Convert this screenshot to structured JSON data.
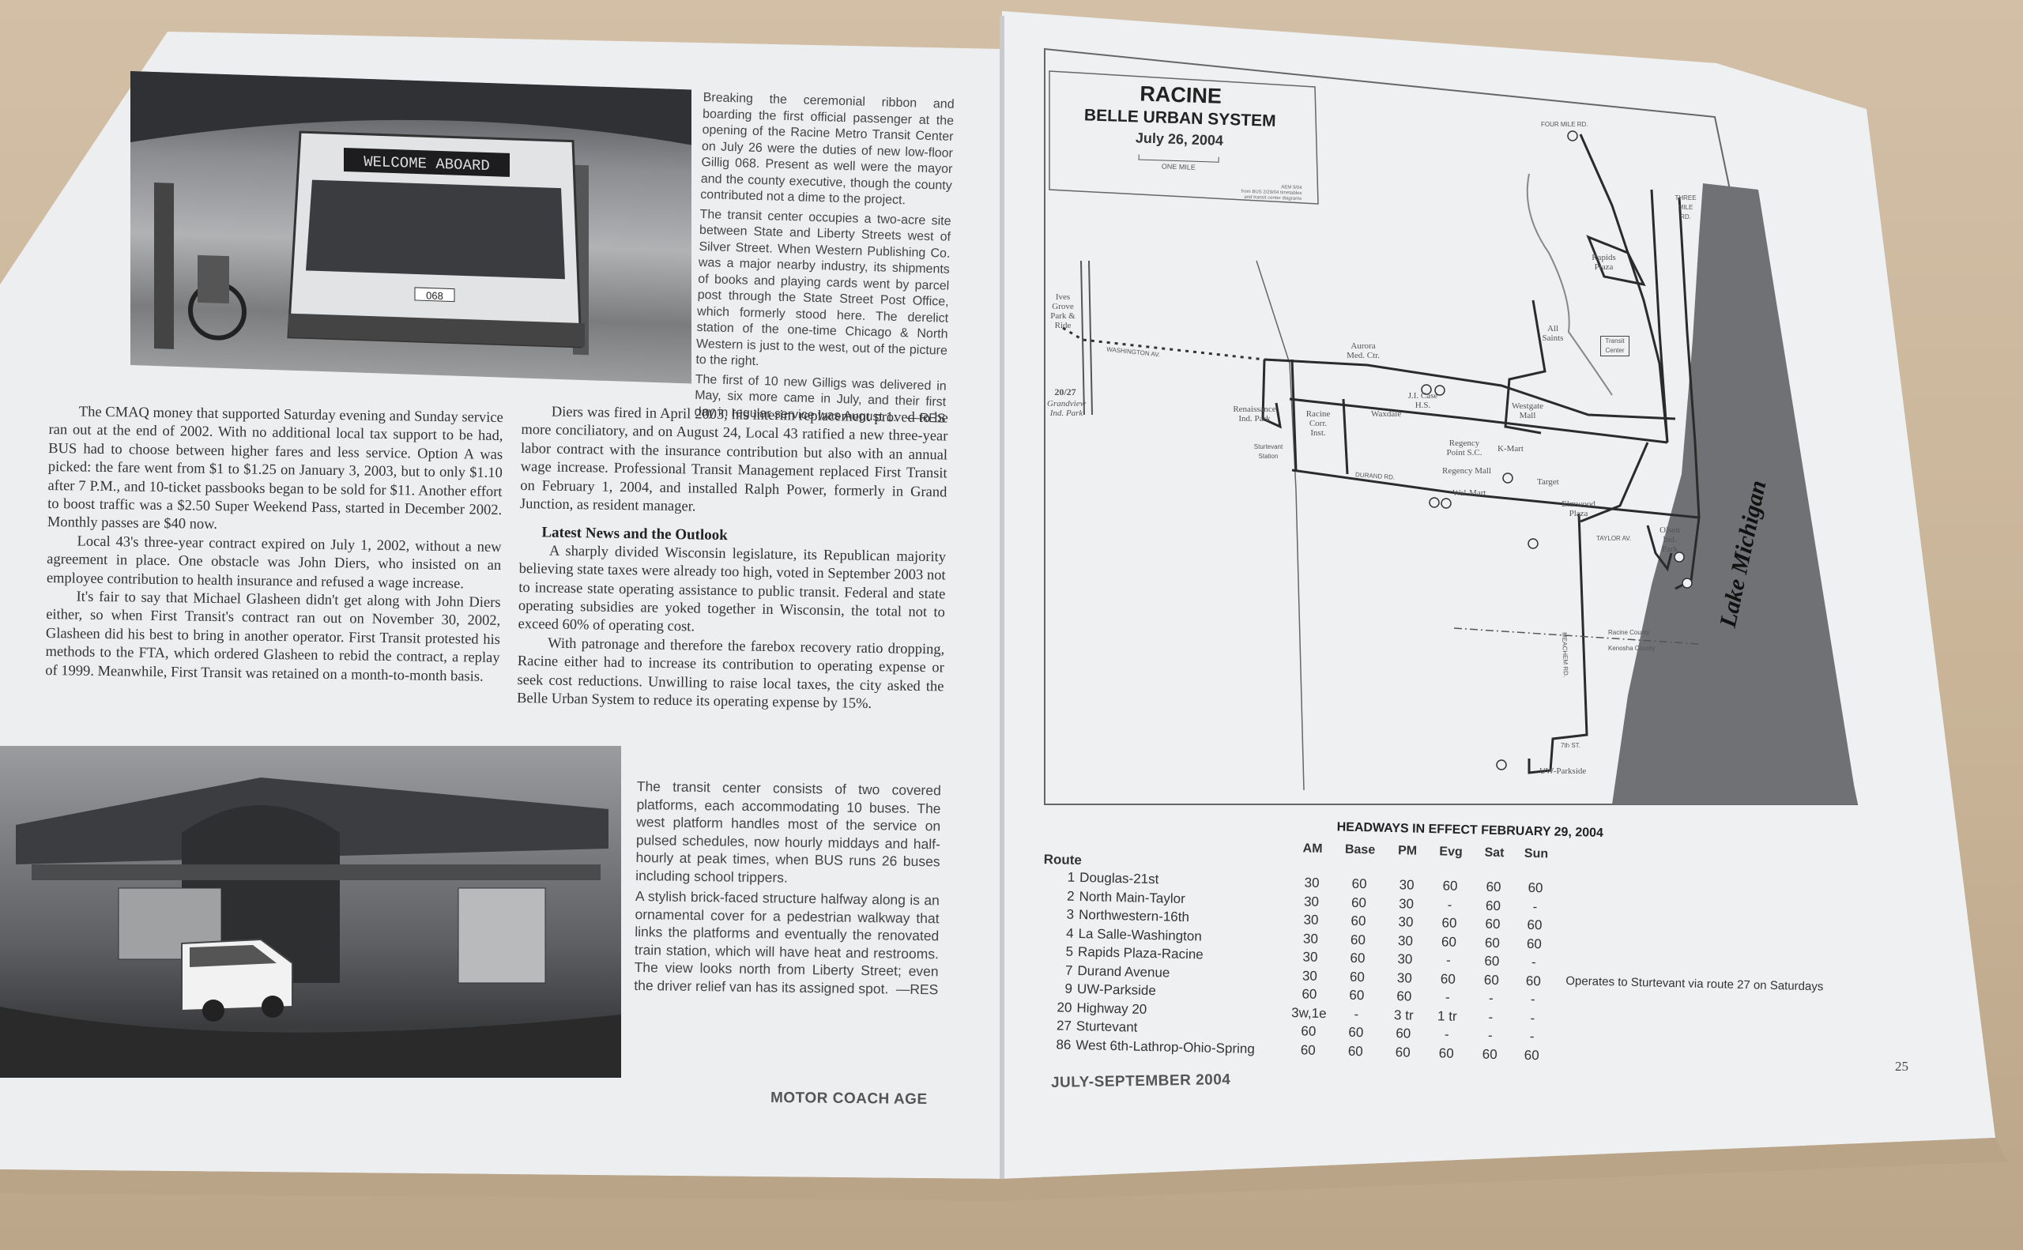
{
  "left_page": {
    "top_caption": {
      "paragraphs": [
        "Breaking the ceremonial ribbon and boarding the first official passenger at the opening of the Racine Metro Transit Center on July 26 were the duties of new low-floor Gillig 068. Present as well were the mayor and the county executive, though the county contributed not a dime to the project.",
        "The transit center occupies a two-acre site between State and Liberty Streets west of Silver Street. When Western Publishing Co. was a major nearby industry, its shipments of books and playing cards went by parcel post through the State Street Post Office, which formerly stood here. The derelict station of the one-time Chicago & North Western is just to the west, out of the picture to the right.",
        "The first of 10 new Gilligs was delivered in May, six more came in July, and their first day in regular service was August 1."
      ],
      "signature": "—RES"
    },
    "bus_sign": "WELCOME ABOARD",
    "bus_number": "068",
    "column_left": [
      "The CMAQ money that supported Saturday evening and Sunday service ran out at the end of 2002. With no additional local tax support to be had, BUS had to choose between higher fares and less service. Option A was picked: the fare went from $1 to $1.25 on January 3, 2003, but to only $1.10 after 7 P.M., and 10-ticket passbooks began to be sold for $11. Another effort to boost traffic was a $2.50 Super Weekend Pass, started in December 2002. Monthly passes are $40 now.",
      "Local 43's three-year contract expired on July 1, 2002, without a new agreement in place. One obstacle was John Diers, who insisted on an employee contribution to health insurance and refused a wage increase.",
      "It's fair to say that Michael Glasheen didn't get along with John Diers either, so when First Transit's contract ran out on November 30, 2002, Glasheen did his best to bring in another operator. First Transit protested his methods to the FTA, which ordered Glasheen to rebid the contract, a replay of 1999. Meanwhile, First Transit was retained on a month-to-month basis."
    ],
    "column_right_intro": "Diers was fired in April 2003, his interim replacement proved to be more conciliatory, and on August 24, Local 43 ratified a new three-year labor contract with the insurance contribution but also with an annual wage increase. Professional Transit Management replaced First Transit on February 1, 2004, and installed Ralph Power, formerly in Grand Junction, as resident manager.",
    "section_heading": "Latest News and the Outlook",
    "column_right": [
      "A sharply divided Wisconsin legislature, its Republican majority believing state taxes were already too high, voted in September 2003 not to increase state operating assistance to public transit. Federal and state operating subsidies are yoked together in Wisconsin, the total not to exceed 60% of operating cost.",
      "With patronage and therefore the farebox recovery ratio dropping, Racine either had to increase its contribution to operating expense or seek cost reductions. Unwilling to raise local taxes, the city asked the Belle Urban System to reduce its operating expense by 15%."
    ],
    "bottom_caption": {
      "paragraphs": [
        "The transit center consists of two covered platforms, each accommodating 10 buses. The west platform handles most of the service on pulsed schedules, now hourly middays and half-hourly at peak times, when BUS runs 26 buses including school trippers.",
        "A stylish brick-faced structure halfway along is an ornamental cover for a pedestrian walkway that links the platforms and eventually the renovated train station, which will have heat and restrooms. The view looks north from Liberty Street; even the driver relief van has its assigned spot."
      ],
      "signature": "—RES"
    },
    "footer": "MOTOR COACH AGE"
  },
  "right_page": {
    "map": {
      "title": "RACINE",
      "subtitle": "BELLE URBAN SYSTEM",
      "date": "July 26, 2004",
      "scale_label": "ONE MILE",
      "credit": [
        "AEM 9/04",
        "from BUS 2/29/04 timetables",
        "and transit center diagrams"
      ],
      "lake": "Lake Michigan",
      "labels": {
        "ives_grove": "Ives Grove Park & Ride",
        "grandview": "Grandview Ind. Park",
        "washington_av": "WASHINGTON AV.",
        "renaissance": "Renaissance Ind. Park",
        "racine_corr": "Racine Corr. Inst.",
        "sturtevant_station": "Sturtevant Station",
        "aurora": "Aurora Med. Ctr.",
        "case_hs": "J.I. Case H.S.",
        "waxdale": "Waxdale",
        "westgate": "Westgate Mall",
        "regency_point": "Regency Point S.C.",
        "kmart": "K-Mart",
        "regency_mall": "Regency Mall",
        "target": "Target",
        "walmart": "Wal-Mart",
        "durand_rd": "DURAND RD.",
        "elmwood": "Elmwood Plaza",
        "taylor_av": "TAYLOR AV.",
        "olsen": "Olsen Ind. Park",
        "uw_parkside": "UW-Parkside",
        "racine_county": "Racine County",
        "kenosha_county": "Kenosha County",
        "transit_center": "Transit Center",
        "rapids_plaza": "Rapids Plaza",
        "all_saints": "All Saints",
        "four_mile": "FOUR MILE RD.",
        "three_mile": "THREE MILE RD.",
        "meachem": "MEACHEM RD.",
        "seventh_st": "7th ST.",
        "route_20_27": "20/27"
      }
    },
    "headways": {
      "title": "HEADWAYS IN EFFECT FEBRUARY 29, 2004",
      "route_header": "Route",
      "columns": [
        "AM",
        "Base",
        "PM",
        "Evg",
        "Sat",
        "Sun"
      ],
      "rows": [
        {
          "num": "1",
          "name": "Douglas-21st",
          "values": [
            "30",
            "60",
            "30",
            "60",
            "60",
            "60"
          ],
          "note": ""
        },
        {
          "num": "2",
          "name": "North Main-Taylor",
          "values": [
            "30",
            "60",
            "30",
            "-",
            "60",
            "-"
          ],
          "note": ""
        },
        {
          "num": "3",
          "name": "Northwestern-16th",
          "values": [
            "30",
            "60",
            "30",
            "60",
            "60",
            "60"
          ],
          "note": ""
        },
        {
          "num": "4",
          "name": "La Salle-Washington",
          "values": [
            "30",
            "60",
            "30",
            "60",
            "60",
            "60"
          ],
          "note": ""
        },
        {
          "num": "5",
          "name": "Rapids Plaza-Racine",
          "values": [
            "30",
            "60",
            "30",
            "-",
            "60",
            "-"
          ],
          "note": ""
        },
        {
          "num": "7",
          "name": "Durand Avenue",
          "values": [
            "30",
            "60",
            "30",
            "60",
            "60",
            "60"
          ],
          "note": "Operates to Sturtevant via route 27 on Saturdays"
        },
        {
          "num": "9",
          "name": "UW-Parkside",
          "values": [
            "60",
            "60",
            "60",
            "-",
            "-",
            "-"
          ],
          "note": ""
        },
        {
          "num": "20",
          "name": "Highway 20",
          "values": [
            "3w,1e",
            "-",
            "3 tr",
            "1 tr",
            "-",
            "-"
          ],
          "note": ""
        },
        {
          "num": "27",
          "name": "Sturtevant",
          "values": [
            "60",
            "60",
            "60",
            "-",
            "-",
            "-"
          ],
          "note": ""
        },
        {
          "num": "86",
          "name": "West 6th-Lathrop-Ohio-Spring",
          "values": [
            "60",
            "60",
            "60",
            "60",
            "60",
            "60"
          ],
          "note": ""
        }
      ]
    },
    "footer": "JULY-SEPTEMBER 2004",
    "page_number": "25"
  }
}
